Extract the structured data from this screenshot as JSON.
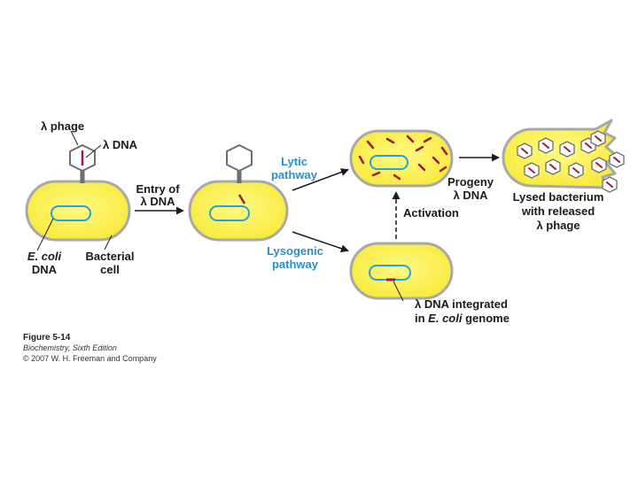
{
  "colors": {
    "cell_fill": "#fff35a",
    "cell_edge": "#a8a8a8",
    "ecoli_dna": "#2aa0d8",
    "phage_dna": "#9b1b3a",
    "pathway_label": "#2a8fc8",
    "phage_body": "#6e6e6e"
  },
  "icons": {
    "phage": "hexagon-phage-icon",
    "arrow": "arrow-icon"
  },
  "labels": {
    "lambda_phage": "λ phage",
    "lambda_dna": "λ DNA",
    "entry_line1": "Entry of",
    "entry_line2": "λ DNA",
    "ecoli_dna_line1": "E. coli",
    "ecoli_dna_line2": "DNA",
    "bacterial_cell_line1": "Bacterial",
    "bacterial_cell_line2": "cell",
    "lytic_line1": "Lytic",
    "lytic_line2": "pathway",
    "lysogenic_line1": "Lysogenic",
    "lysogenic_line2": "pathway",
    "progeny_line1": "Progeny",
    "progeny_line2": "λ DNA",
    "activation": "Activation",
    "lysed_line1": "Lysed bacterium",
    "lysed_line2": "with released",
    "lysed_line3": "λ phage",
    "integrated_line1": "λ DNA integrated",
    "integrated_line2_prefix": "in ",
    "integrated_line2_ital": "E. coli",
    "integrated_line2_suffix": " genome"
  },
  "caption": {
    "figure": "Figure 5-14",
    "book": "Biochemistry, Sixth Edition",
    "copyright": "© 2007 W. H. Freeman and Company"
  }
}
